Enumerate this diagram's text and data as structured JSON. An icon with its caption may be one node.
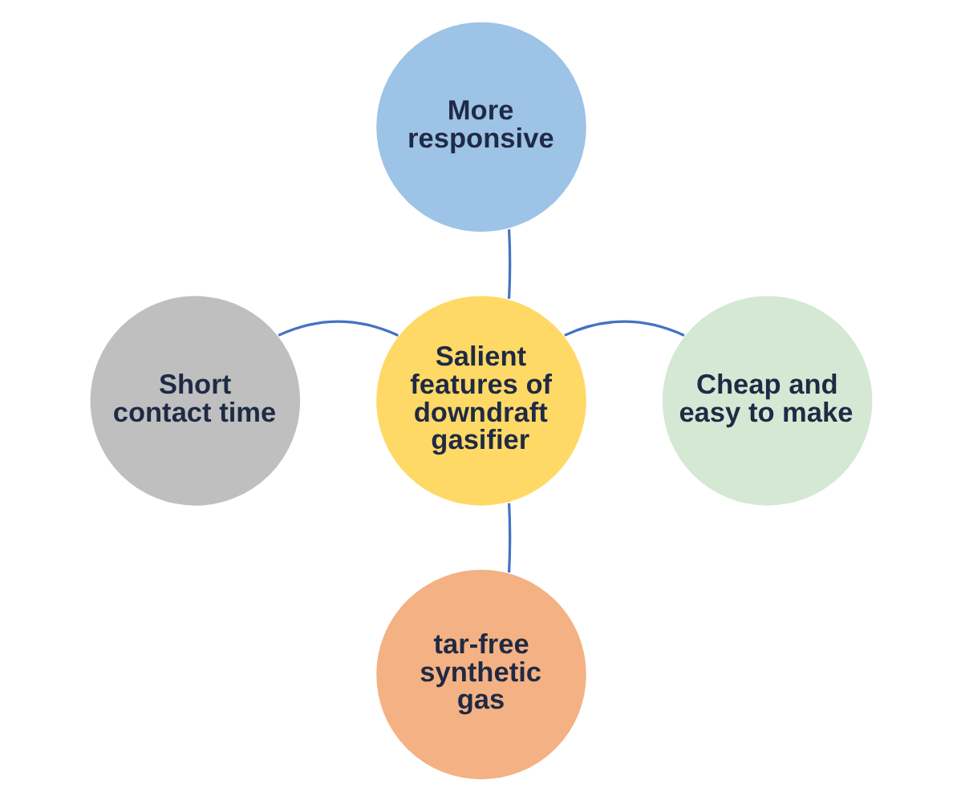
{
  "diagram": {
    "nodes": [
      {
        "text": [
          "More responsive"
        ]
      },
      {
        "text": [
          "Short contact time"
        ]
      },
      {
        "text": [
          "Salient features of downdraft gasifier"
        ]
      },
      {
        "text": [
          "Cheap and easy to make"
        ]
      },
      {
        "text": [
          "tar-free synthetic gas"
        ]
      }
    ],
    "edges": [
      {
        "from": 2,
        "to": 0,
        "arrow": "none"
      },
      {
        "from": 2,
        "to": 1,
        "arrow": "none"
      },
      {
        "from": 2,
        "to": 3,
        "arrow": "none"
      },
      {
        "from": 2,
        "to": 4,
        "arrow": "none"
      }
    ]
  }
}
